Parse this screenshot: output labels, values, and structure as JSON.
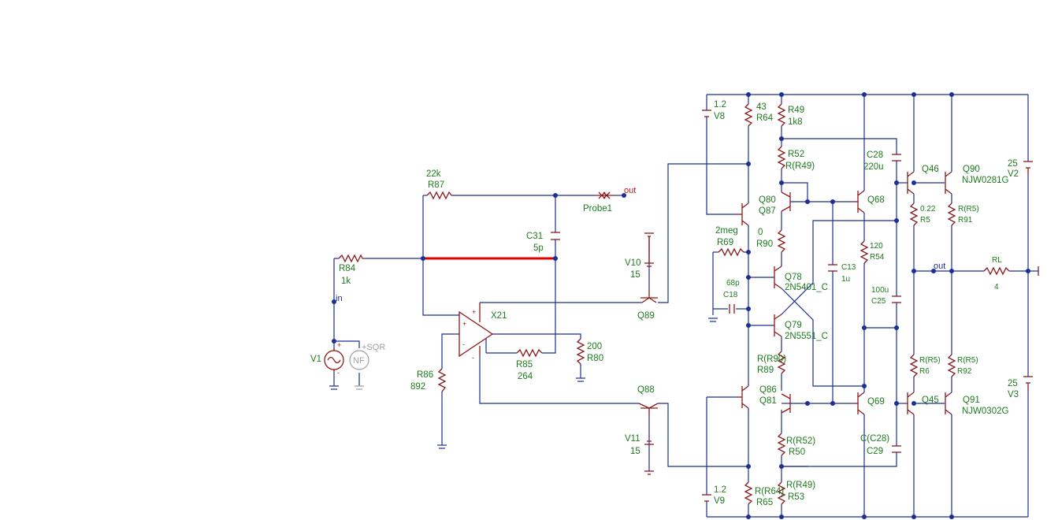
{
  "labels": {
    "r87_name": "R87",
    "r87_val": "22k",
    "probe1": "Probe1",
    "out_probe": "out",
    "c31_name": "C31",
    "c31_val": "5p",
    "r84_name": "R84",
    "r84_val": "1k",
    "in_label": "in",
    "v1_name": "V1",
    "sqr": "+SQR",
    "nf": "NF",
    "x21_name": "X21",
    "r85_name": "R85",
    "r85_val": "264",
    "r80_name": "R80",
    "r80_val": "200",
    "r86_name": "R86",
    "r86_val": "892",
    "v10_name": "V10",
    "v10_val": "15",
    "q89_name": "Q89",
    "q88_name": "Q88",
    "v11_name": "V11",
    "v11_val": "15",
    "v8_val": "1.2",
    "v8_name": "V8",
    "r64_val": "43",
    "r64_name": "R64",
    "r49_name": "R49",
    "r49_val": "1k8",
    "r52_name": "R52",
    "r52_val": "R(R49)",
    "q80_name": "Q80",
    "q87_name": "Q87",
    "q68_name": "Q68",
    "c28_name": "C28",
    "c28_val": "220u",
    "q46_name": "Q46",
    "q90_name": "Q90",
    "q90_val": "NJW0281G",
    "v2_val": "25",
    "v2_name": "V2",
    "r69_val": "2meg",
    "r69_name": "R69",
    "r90_val": "0",
    "r90_name": "R90",
    "r5_val": "0.22",
    "r5_name": "R5",
    "r91_val": "R(R5)",
    "r91_name": "R91",
    "r54_val": "120",
    "r54_name": "R54",
    "c13_name": "C13",
    "c13_val": "1u",
    "q78_name": "Q78",
    "q78_val": "2N5401_C",
    "c18_val": "68p",
    "c18_name": "C18",
    "c25_val": "100u",
    "c25_name": "C25",
    "out_node": "out",
    "rl_name": "RL",
    "rl_val": "4",
    "q79_name": "Q79",
    "q79_val": "2N5551_C",
    "r89_val": "R(R90)",
    "r89_name": "R89",
    "r6_val": "R(R5)",
    "r6_name": "R6",
    "r92_val": "R(R5)",
    "r92_name": "R92",
    "v3_val": "25",
    "v3_name": "V3",
    "q86_name": "Q86",
    "q81_name": "Q81",
    "q69_name": "Q69",
    "q45_name": "Q45",
    "q91_name": "Q91",
    "q91_val": "NJW0302G",
    "r50_val": "R(R52)",
    "r50_name": "R50",
    "c29_val": "C(C28)",
    "c29_name": "C29",
    "v9_val": "1.2",
    "v9_name": "V9",
    "r65_val": "R(R64)",
    "r65_name": "R65",
    "r53_val": "R(R49)",
    "r53_name": "R53"
  },
  "pins": {
    "plus": "+",
    "minus": "-"
  },
  "colors": {
    "wire": "#1c2f94",
    "component": "#8b1a1a",
    "label": "#1d7a1d",
    "probe": "#cc1111",
    "selected": "#e00000",
    "inactive": "#a0a0a0"
  }
}
